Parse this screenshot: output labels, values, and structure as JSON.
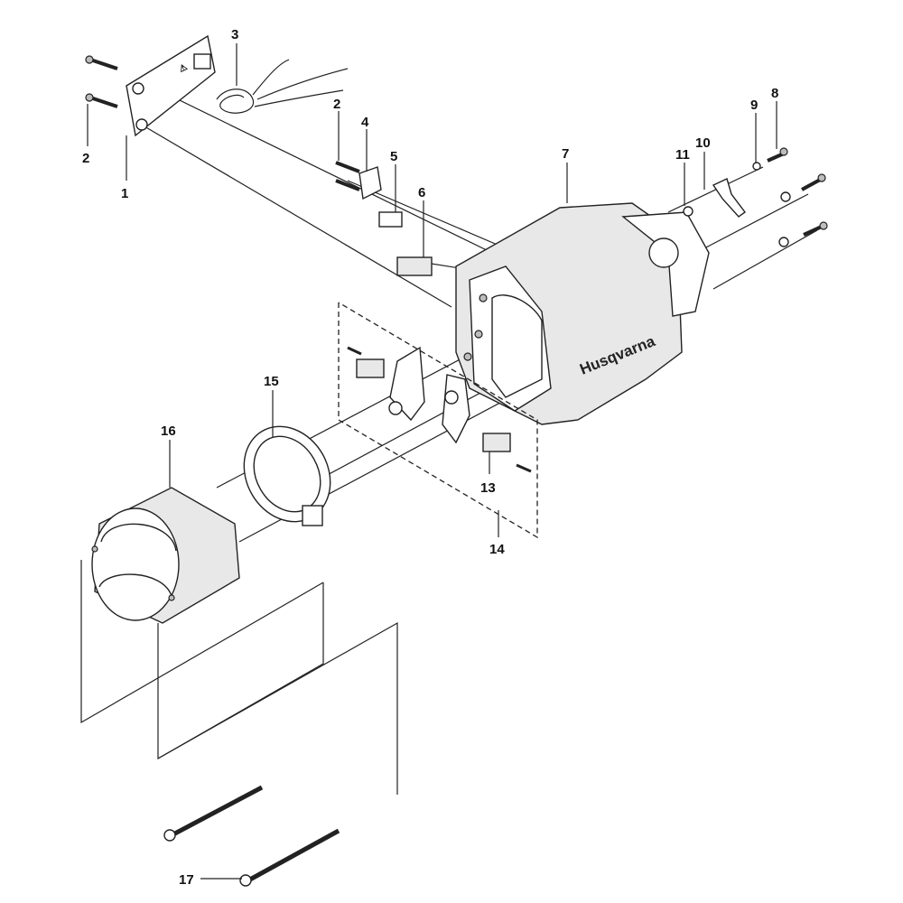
{
  "diagram": {
    "brand_logo_text": "Husqvarna",
    "callouts": [
      {
        "id": "1",
        "label": "1"
      },
      {
        "id": "2a",
        "label": "2"
      },
      {
        "id": "2b",
        "label": "2"
      },
      {
        "id": "3",
        "label": "3"
      },
      {
        "id": "4",
        "label": "4"
      },
      {
        "id": "5",
        "label": "5"
      },
      {
        "id": "6",
        "label": "6"
      },
      {
        "id": "7",
        "label": "7"
      },
      {
        "id": "8",
        "label": "8"
      },
      {
        "id": "9",
        "label": "9"
      },
      {
        "id": "10",
        "label": "10"
      },
      {
        "id": "11",
        "label": "11"
      },
      {
        "id": "13",
        "label": "13"
      },
      {
        "id": "14",
        "label": "14"
      },
      {
        "id": "15",
        "label": "15"
      },
      {
        "id": "16",
        "label": "16"
      },
      {
        "id": "17",
        "label": "17"
      }
    ]
  }
}
